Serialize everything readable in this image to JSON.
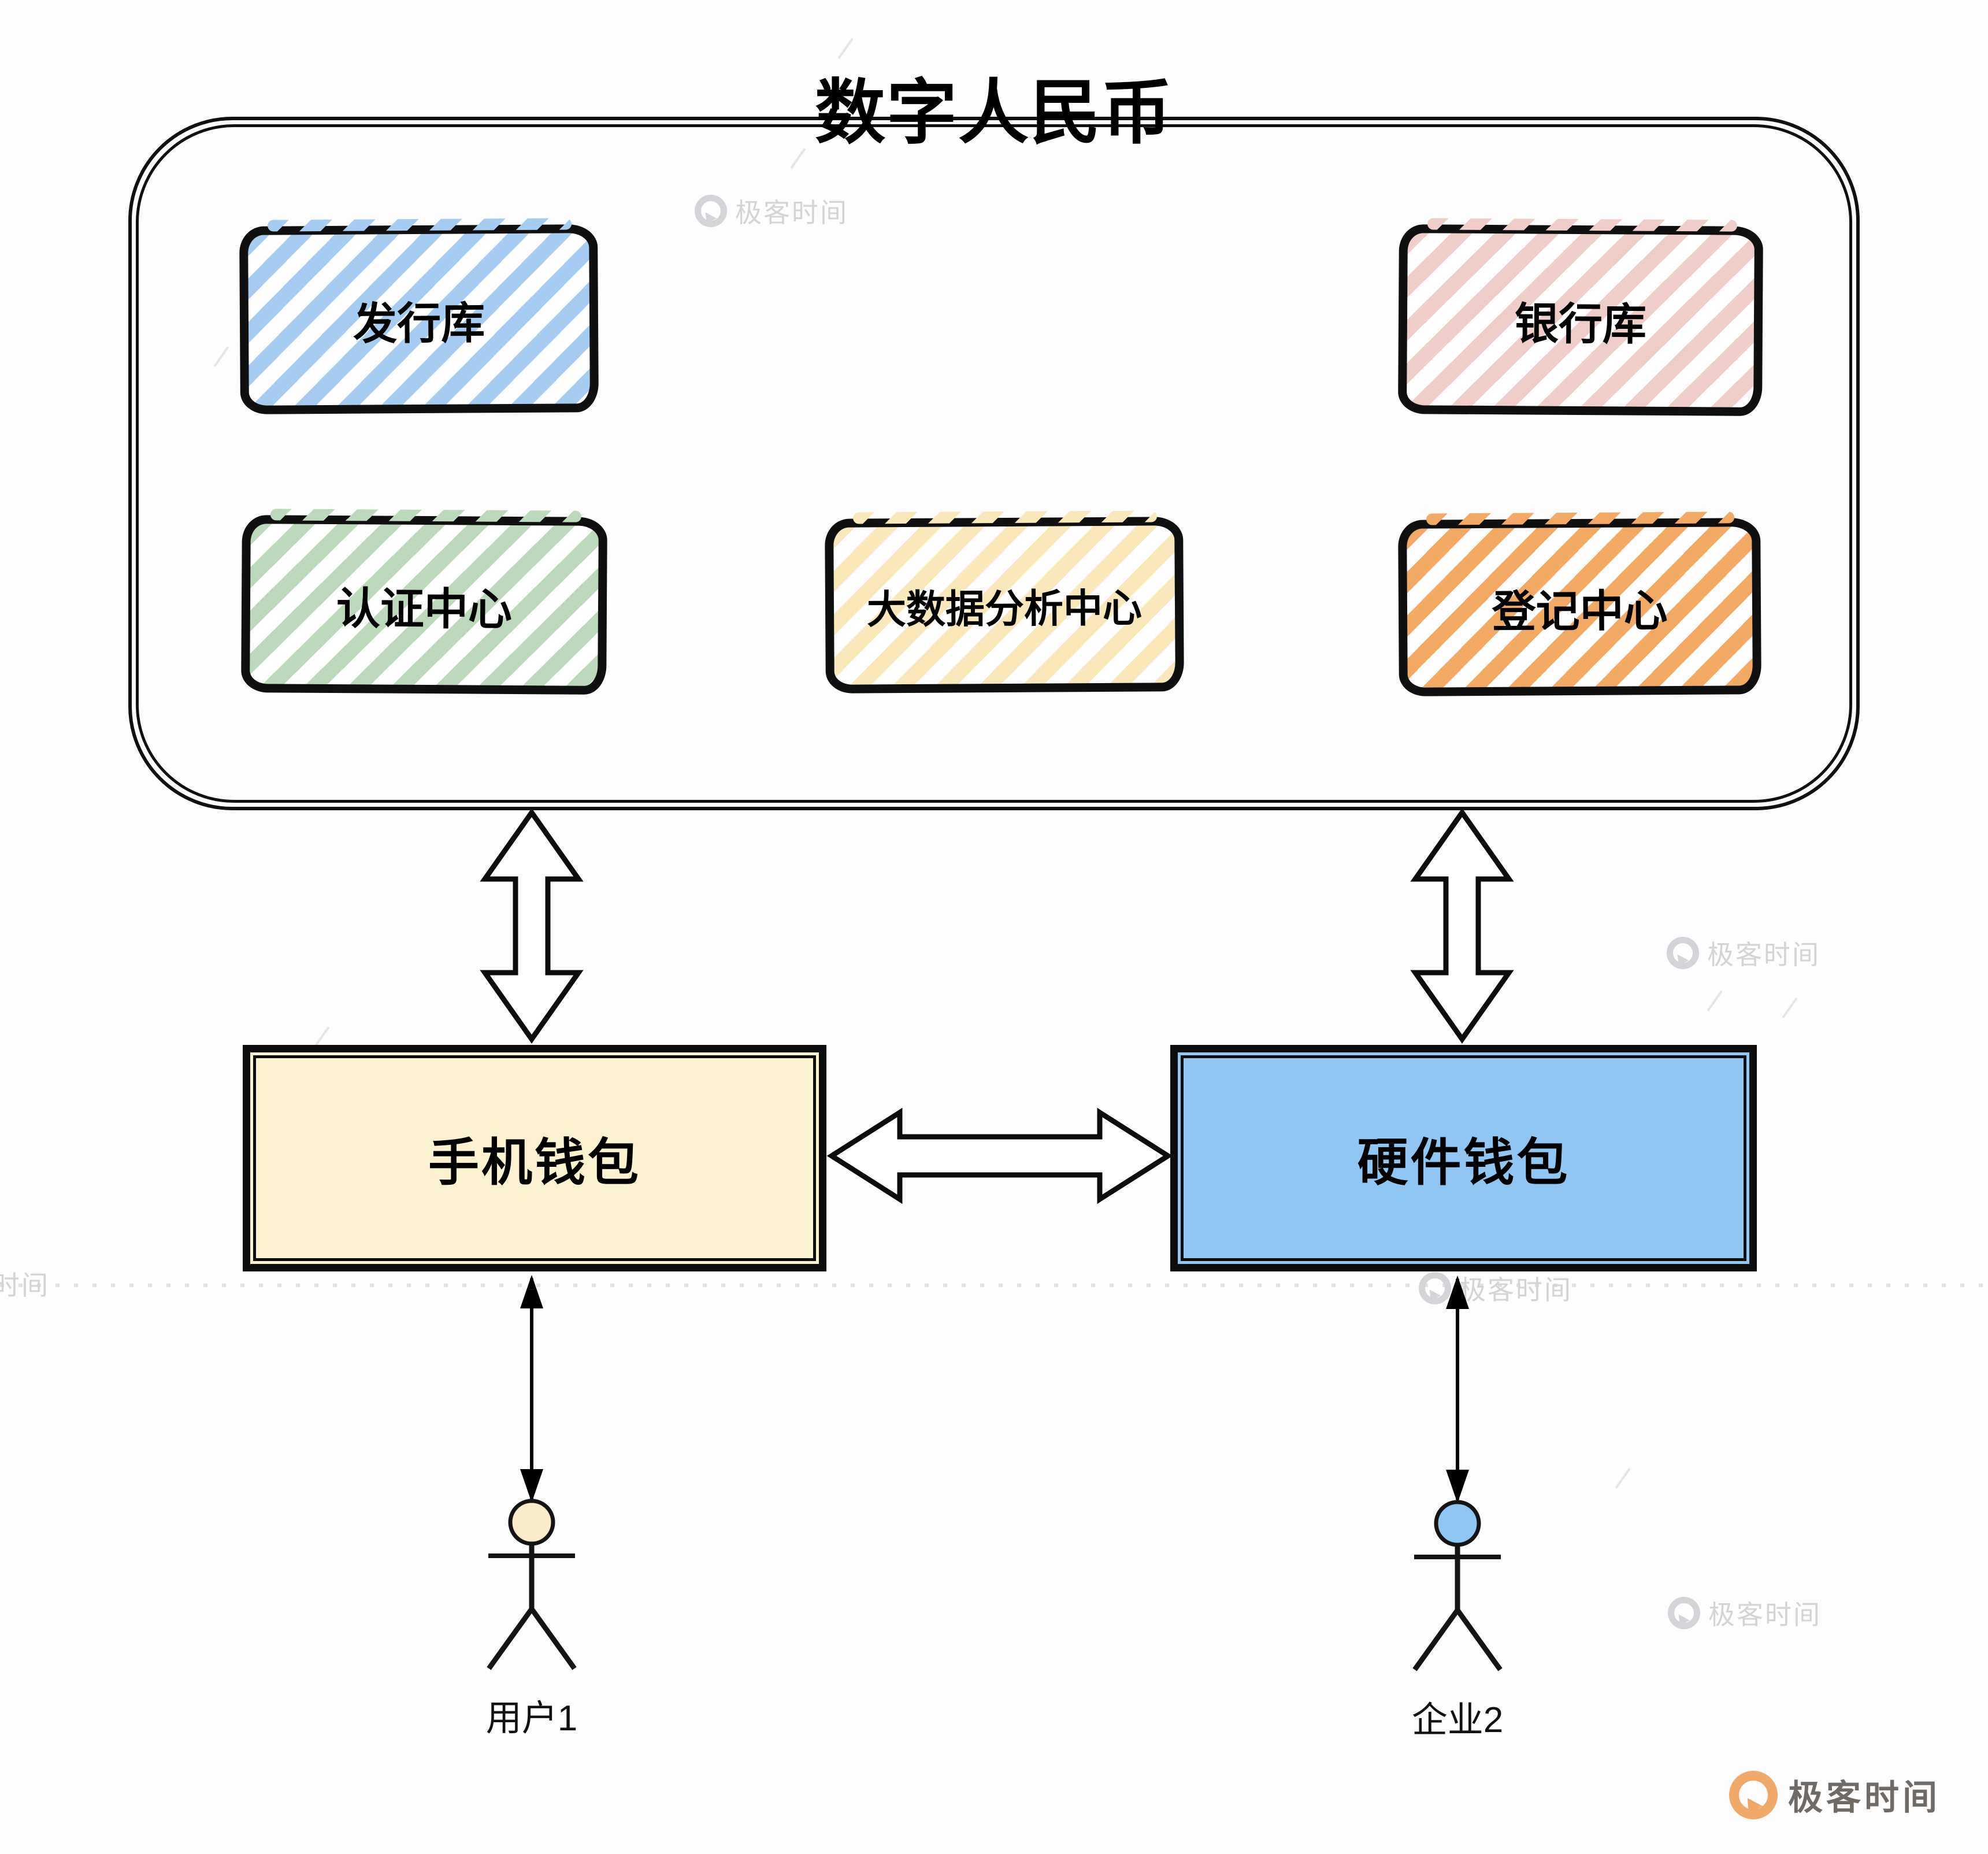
{
  "title": "数字人民币",
  "container_boxes": [
    {
      "id": "issuance",
      "label": "发行库",
      "color": "#a5cdf2"
    },
    {
      "id": "bank",
      "label": "银行库",
      "color": "#f0cdc8"
    },
    {
      "id": "auth",
      "label": "认证中心",
      "color": "#bcdabb"
    },
    {
      "id": "bigdata",
      "label": "大数据分析中心",
      "color": "#fae8ba"
    },
    {
      "id": "registry",
      "label": "登记中心",
      "color": "#f2a963"
    }
  ],
  "wallets": [
    {
      "id": "mobile",
      "label": "手机钱包",
      "fill": "#fdf2d0"
    },
    {
      "id": "hardware",
      "label": "硬件钱包",
      "fill": "#90c7f2"
    }
  ],
  "actors": [
    {
      "id": "user1",
      "label": "用户1",
      "head_fill": "#faecc8"
    },
    {
      "id": "enterprise2",
      "label": "企业2",
      "head_fill": "#8fc7f3"
    }
  ],
  "watermark": {
    "text": "极客时间"
  },
  "brand": {
    "text": "极客时间",
    "logo_color": "#f0a868",
    "text_color": "#6f6a66"
  }
}
